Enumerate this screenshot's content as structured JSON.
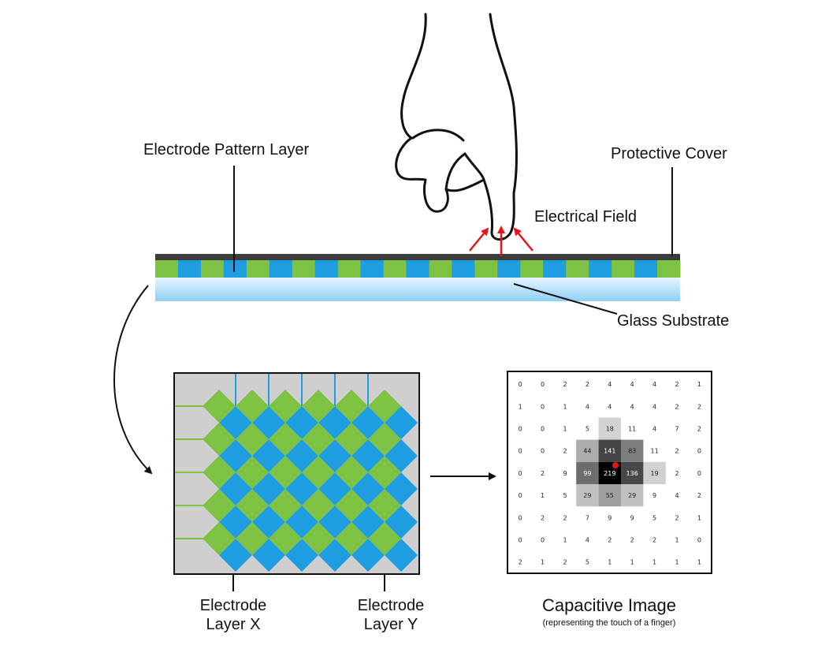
{
  "labels": {
    "electrode_pattern_layer": "Electrode Pattern Layer",
    "protective_cover": "Protective Cover",
    "electrical_field": "Electrical Field",
    "glass_substrate": "Glass Substrate",
    "electrode_layer_x_line1": "Electrode",
    "electrode_layer_x_line2": "Layer X",
    "electrode_layer_y_line1": "Electrode",
    "electrode_layer_y_line2": "Layer Y",
    "capacitive_image_title": "Capacitive Image",
    "capacitive_image_subtitle": "(representing the touch of a finger)"
  },
  "colors": {
    "electrode_x": "#7dc242",
    "electrode_y": "#1e9de0",
    "cover": "#3c3c3c",
    "glass_top": "#e6f4ff",
    "glass_bottom": "#8fd0f5",
    "field_arrow": "#e8141c",
    "panel_bg": "#cfcfcf",
    "touch_point": "#e8141c"
  },
  "icons": {
    "hand": "hand-icon",
    "field_arrows": "electric-field-arrows-icon"
  },
  "capacitive_grid": [
    [
      0,
      0,
      2,
      2,
      4,
      4,
      4,
      2,
      1
    ],
    [
      1,
      0,
      1,
      4,
      4,
      4,
      4,
      2,
      2
    ],
    [
      0,
      0,
      1,
      5,
      18,
      11,
      4,
      7,
      2
    ],
    [
      0,
      0,
      2,
      44,
      141,
      83,
      11,
      2,
      0
    ],
    [
      0,
      2,
      9,
      99,
      219,
      136,
      19,
      2,
      0
    ],
    [
      0,
      1,
      5,
      29,
      55,
      29,
      9,
      4,
      2
    ],
    [
      0,
      2,
      2,
      7,
      9,
      9,
      5,
      2,
      1
    ],
    [
      0,
      0,
      1,
      4,
      2,
      2,
      2,
      1,
      0
    ],
    [
      2,
      1,
      2,
      5,
      1,
      1,
      1,
      1,
      1
    ]
  ]
}
